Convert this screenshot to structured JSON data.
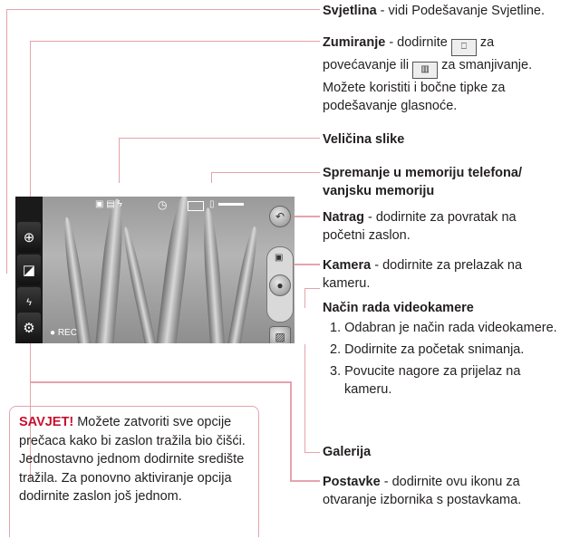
{
  "callouts": {
    "brightness": {
      "title": "Svjetlina",
      "text": " - vidi Podešavanje Svjetline."
    },
    "zoom": {
      "title": "Zumiranje",
      "text_a": " - dodirnite ",
      "text_b": " za povećavanje ili ",
      "text_c": " za smanjivanje. Možete koristiti i bočne tipke za podešavanje glasnoće."
    },
    "image_size": {
      "title": "Veličina slike"
    },
    "memory": {
      "title": "Spremanje u memoriju telefona/ vanjsku memoriju"
    },
    "back": {
      "title": "Natrag",
      "text": " - dodirnite za povratak na početni zaslon."
    },
    "camera": {
      "title": "Kamera",
      "text": " - dodirnite za prelazak na kameru."
    },
    "video_mode": {
      "title": "Način rada videokamere",
      "steps": [
        "1. Odabran je način rada videokamere.",
        "2. Dodirnite za početak snimanja.",
        "3. Povucite nagore za prijelaz na kameru."
      ]
    },
    "gallery": {
      "title": "Galerija"
    },
    "settings": {
      "title": "Postavke",
      "text": " - dodirnite ovu ikonu za otvaranje izbornika s postavkama."
    }
  },
  "tip": {
    "label": "SAVJET!",
    "text": " Možete zatvoriti sve opcije prečaca kako bi zaslon tražila bio čišći. Jednostavno jednom dodirnite središte tražila. Za ponovno aktiviranje opcija dodirnite zaslon još jednom."
  },
  "screen": {
    "rec_label": "● REC"
  },
  "icons": {
    "zoom": "magnifier-plus-icon",
    "brightness": "brightness-icon",
    "flash": "flash-off-icon",
    "settings": "gear-icon",
    "back": "back-arrow-icon",
    "camera": "camera-icon",
    "record": "record-icon",
    "gallery": "gallery-icon"
  }
}
